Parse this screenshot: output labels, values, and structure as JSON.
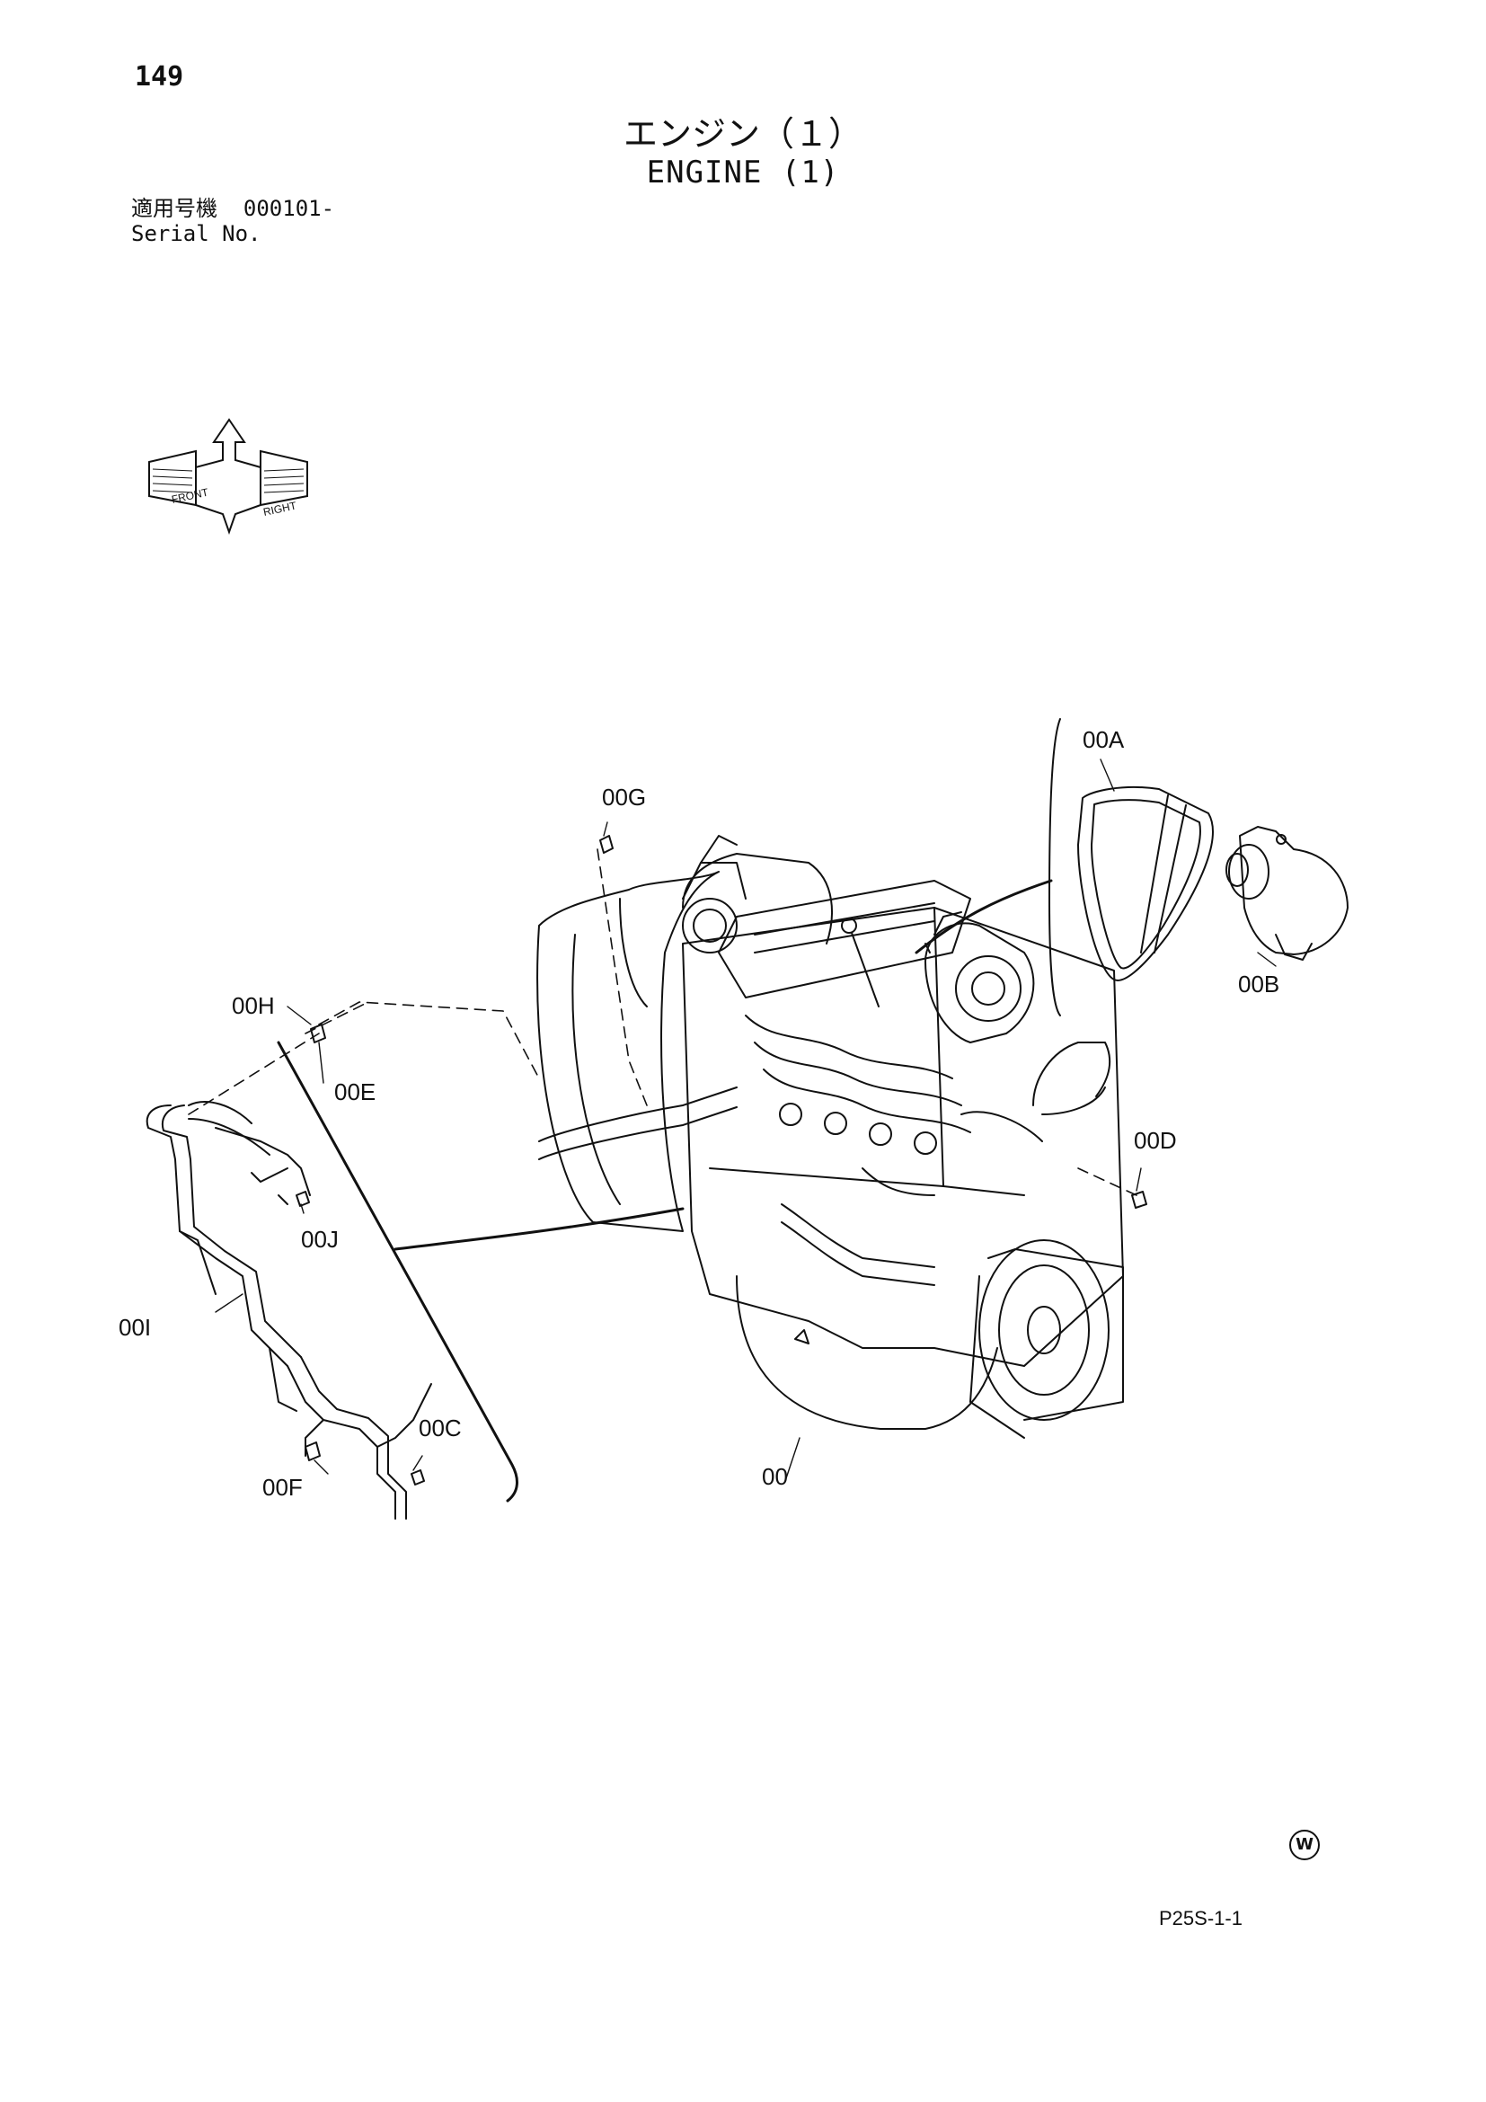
{
  "page": {
    "number": "149",
    "title_jp": "エンジン（１）",
    "title_en": "ENGINE (1)",
    "figure_code": "P25S-1-1",
    "w_mark": "W"
  },
  "serial": {
    "label_jp": "適用号機",
    "value": "000101-",
    "label_en": "Serial No."
  },
  "orientation_icon": {
    "labels": [
      "FRONT",
      "RIGHT"
    ]
  },
  "callouts": {
    "c00": "00",
    "c00A": "00A",
    "c00B": "00B",
    "c00C": "00C",
    "c00D": "00D",
    "c00E": "00E",
    "c00F": "00F",
    "c00G": "00G",
    "c00H": "00H",
    "c00I": "00I",
    "c00J": "00J"
  }
}
